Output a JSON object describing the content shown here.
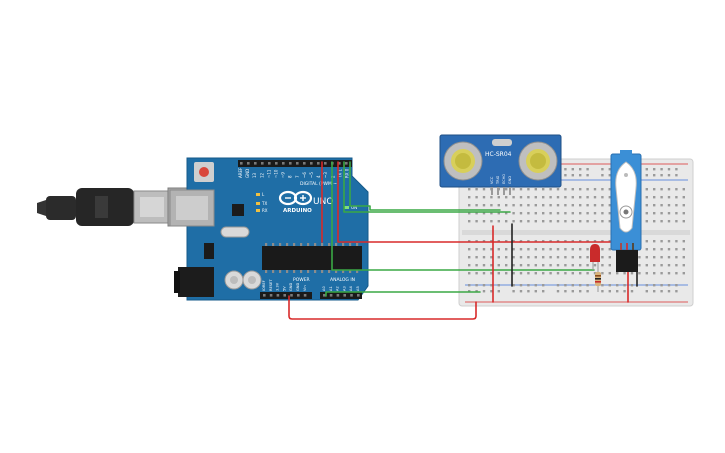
{
  "arduino": {
    "brand_label": "ARDUINO",
    "model_label": "UNO",
    "digital_header_label": "DIGITAL (PWM ~)",
    "power_header_label": "POWER",
    "analog_header_label": "ANALOG IN",
    "on_led_label": "ON",
    "tx_label": "TX",
    "rx_label": "RX",
    "l_label": "L",
    "aref_label": "AREF",
    "gnd_label": "GND",
    "power_pins": [
      "IOREF",
      "RESET",
      "3.3V",
      "5V",
      "GND",
      "GND",
      "Vin"
    ],
    "analog_pins": [
      "A0",
      "A1",
      "A2",
      "A3",
      "A4",
      "A5"
    ],
    "digital_pins": [
      "13",
      "12",
      "~11",
      "~10",
      "~9",
      "8",
      "7",
      "~6",
      "~5",
      "4",
      "~3",
      "2",
      "TX 1",
      "RX 0"
    ]
  },
  "ultrasonic_sensor": {
    "model_label": "HC-SR04",
    "pin_labels": [
      "VCC",
      "TRIG",
      "ECHO",
      "GND"
    ]
  },
  "colors": {
    "board_blue": "#1f6ea6",
    "usb_cable": "#2b2b2b",
    "breadboard": "#e9e9e9",
    "wire_green": "#3aa845",
    "wire_red": "#d82a2a",
    "wire_black": "#222222",
    "servo_blue": "#3b8fd6",
    "sensor_blue": "#2d6cb3",
    "led_red": "#c92b2b"
  },
  "components": [
    "usb-cable",
    "arduino-uno",
    "breadboard",
    "hc-sr04-sensor",
    "servo-motor",
    "led",
    "resistor"
  ]
}
